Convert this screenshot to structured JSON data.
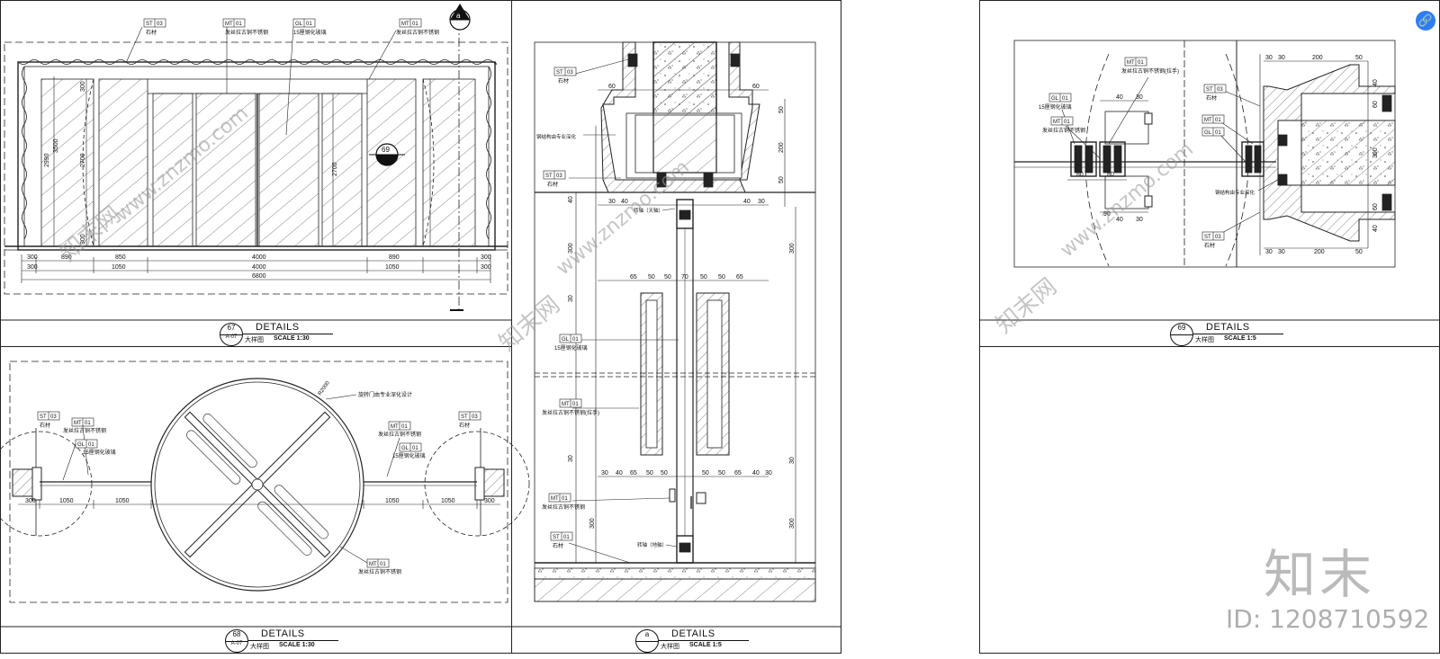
{
  "panels": {
    "p67": {
      "number": "67",
      "sub": "A-07",
      "title": "DETAILS",
      "desc": "大样图",
      "scale": "SCALE  1:30"
    },
    "p68": {
      "number": "68",
      "sub": "A-07",
      "title": "DETAILS",
      "desc": "大样图",
      "scale": "SCALE  1:30"
    },
    "pa": {
      "number": "a",
      "sub": "",
      "title": "DETAILS",
      "desc": "大样图",
      "scale": "SCALE  1:5"
    },
    "p69": {
      "number": "69",
      "sub": "",
      "title": "DETAILS",
      "desc": "大样图",
      "scale": "SCALE  1:5"
    }
  },
  "callout_markers": {
    "section_a": "a",
    "detail_69": "69"
  },
  "tags": {
    "st03": {
      "code": "ST",
      "num": "03",
      "note": "石材"
    },
    "mt01": {
      "code": "MT",
      "num": "01",
      "note": "发丝拉古铜不锈钢"
    },
    "mt01_grip": {
      "code": "MT",
      "num": "01",
      "note": "发丝拉古铜不锈钢(拉手)"
    },
    "gl01": {
      "code": "GL",
      "num": "01",
      "note": "15厘钢化玻璃"
    },
    "st01": {
      "code": "ST",
      "num": "01",
      "note": "石材"
    }
  },
  "notes": {
    "steel_struct": "钢结构由专业深化",
    "pivot_top": "转轴（天轴）",
    "pivot_bottom": "转轴（地轴）",
    "revolving_design": "旋转门由专业深化设计",
    "radius": "R2000"
  },
  "dims_67": {
    "row1": [
      "300",
      "890",
      "850",
      "4000",
      "890",
      "300"
    ],
    "row2": [
      "300",
      "1050",
      "4000",
      "1050",
      "300"
    ],
    "total": "6800",
    "vert": [
      "3500",
      "2990",
      "2700",
      "2700",
      "300",
      "300"
    ]
  },
  "dims_68": [
    "300",
    "1050",
    "1050",
    "1050",
    "1050",
    "300"
  ],
  "dims_a": {
    "top": [
      "60",
      "60"
    ],
    "side": [
      "50",
      "200",
      "50",
      "40",
      "30",
      "300"
    ],
    "mid": [
      "65",
      "50",
      "50",
      "70",
      "50",
      "50",
      "65"
    ],
    "low": [
      "30",
      "40",
      "65",
      "50",
      "50",
      "50",
      "50",
      "65",
      "40",
      "30"
    ],
    "base": [
      "300",
      "30"
    ]
  },
  "dims_69": {
    "top": [
      "30",
      "30",
      "200",
      "50"
    ],
    "left": [
      "40",
      "30",
      "80",
      "80",
      "40",
      "90",
      "30"
    ],
    "right": [
      "40",
      "60",
      "300",
      "60",
      "40"
    ],
    "bottom": [
      "30",
      "30",
      "200",
      "50"
    ]
  },
  "watermark": {
    "cn": "知末网",
    "url": "www.znzmo.com",
    "logo": "知末",
    "id": "ID: 1208710592"
  }
}
